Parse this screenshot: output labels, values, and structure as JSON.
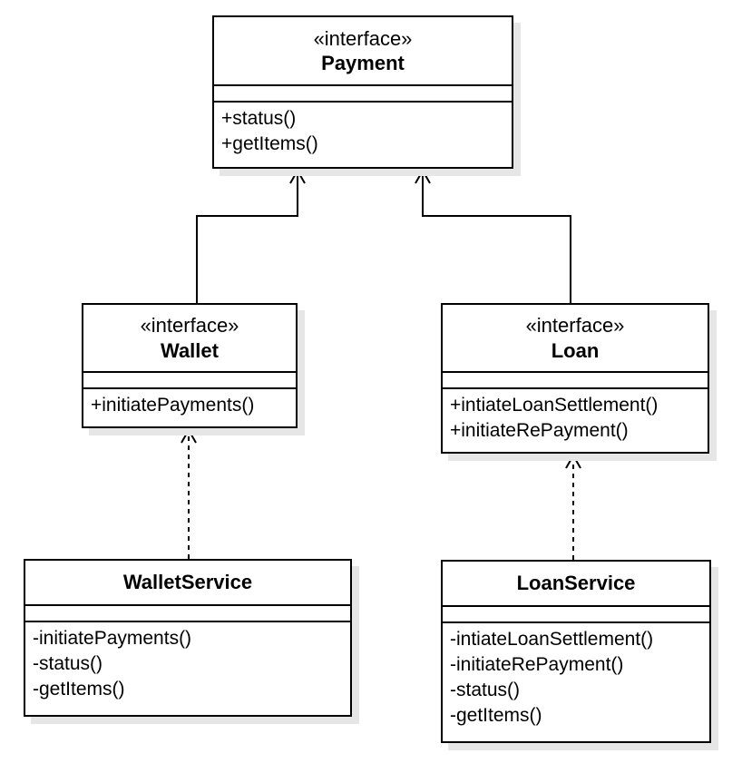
{
  "classes": {
    "payment": {
      "stereotype": "«interface»",
      "name": "Payment",
      "methods": [
        "+status()",
        "+getItems()"
      ]
    },
    "wallet": {
      "stereotype": "«interface»",
      "name": "Wallet",
      "methods": [
        "+initiatePayments()"
      ]
    },
    "loan": {
      "stereotype": "«interface»",
      "name": "Loan",
      "methods": [
        "+intiateLoanSettlement()",
        "+initiateRePayment()"
      ]
    },
    "wallet_service": {
      "name": "WalletService",
      "methods": [
        "-initiatePayments()",
        "-status()",
        "-getItems()"
      ]
    },
    "loan_service": {
      "name": "LoanService",
      "methods": [
        "-intiateLoanSettlement()",
        "-initiateRePayment()",
        "-status()",
        "-getItems()"
      ]
    }
  },
  "relations": [
    {
      "from": "Wallet",
      "to": "Payment",
      "kind": "generalization"
    },
    {
      "from": "Loan",
      "to": "Payment",
      "kind": "generalization"
    },
    {
      "from": "WalletService",
      "to": "Wallet",
      "kind": "realization"
    },
    {
      "from": "LoanService",
      "to": "Loan",
      "kind": "realization"
    }
  ],
  "colors": {
    "line": "#000000",
    "shadow": "#e6e6e6",
    "background": "#ffffff"
  }
}
